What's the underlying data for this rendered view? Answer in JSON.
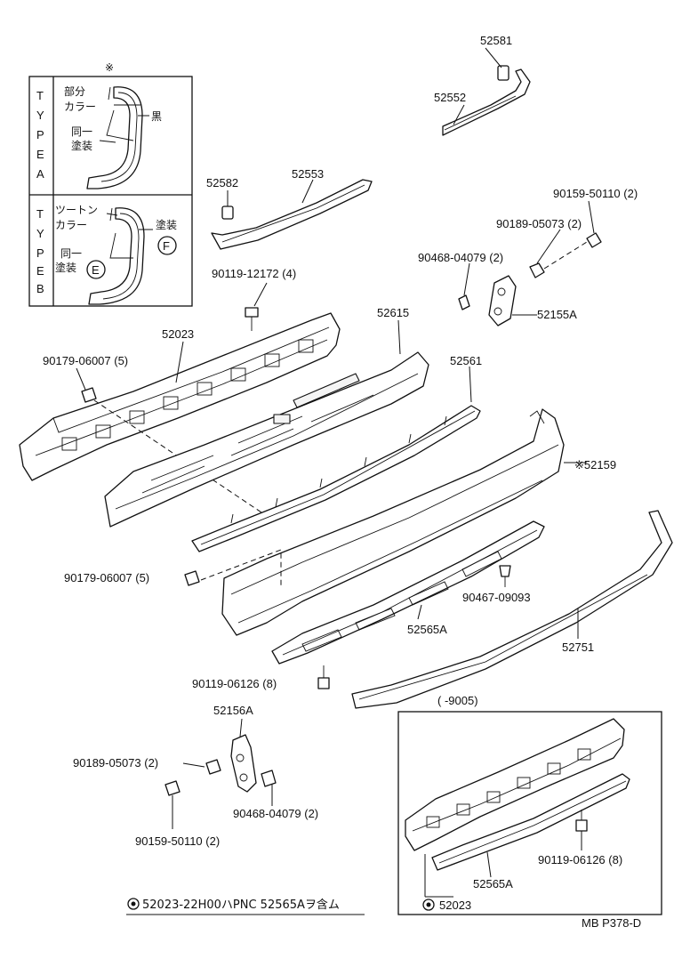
{
  "diagram": {
    "legend_box": {
      "marker": "※",
      "type_a": {
        "vertical_label": "TYPE A",
        "text_partial": "部分",
        "text_color": "カラー",
        "text_black": "黒",
        "text_same1": "同一",
        "text_paint1": "塗装"
      },
      "type_b": {
        "vertical_label": "TYPE B",
        "text_twotone": "ツートン",
        "text_color": "カラー",
        "text_paint": "塗装",
        "text_same": "同一",
        "text_paint2": "塗装",
        "circle_f": "F",
        "circle_e": "E"
      }
    },
    "parts": {
      "p52581": "52581",
      "p52552": "52552",
      "p52582": "52582",
      "p52553": "52553",
      "p90159_top": "90159-50110 (2)",
      "p90189_top": "90189-05073 (2)",
      "p90468_top": "90468-04079 (2)",
      "p52155A": "52155A",
      "p90119_12172": "90119-12172 (4)",
      "p52023": "52023",
      "p52615": "52615",
      "p90179_top": "90179-06007 (5)",
      "p52561": "52561",
      "p52159": "※52159",
      "p90179_mid": "90179-06007 (5)",
      "p90467": "90467-09093",
      "p52565A": "52565A",
      "p52751": "52751",
      "p90119_06126": "90119-06126 (8)",
      "p52156A": "52156A",
      "p90189_bot": "90189-05073 (2)",
      "p90468_bot": "90468-04079 (2)",
      "p90159_bot": "90159-50110 (2)"
    },
    "inset": {
      "header": "(      -9005)",
      "p90119_06126": "90119-06126 (8)",
      "p52565A": "52565A",
      "p52023": "52023"
    },
    "footnote": "52023-22H00ハPNC  52565Aヲ含ム",
    "page_code": "MB  P378-D"
  }
}
